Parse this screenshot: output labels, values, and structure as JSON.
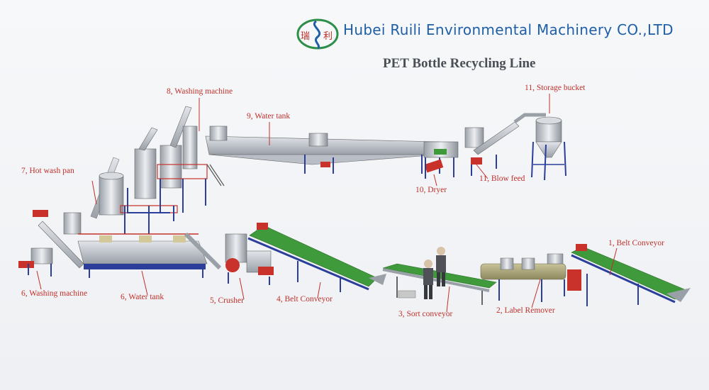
{
  "header": {
    "logo_chars": [
      "瑞",
      "利"
    ],
    "company": "Hubei Ruili Environmental Machinery CO.,LTD",
    "title": "PET Bottle Recycling Line"
  },
  "labels": {
    "washing_machine_8": "8, Washing machine",
    "water_tank_9": "9, Water tank",
    "storage_bucket_11": "11, Storage bucket",
    "hot_wash_pan_7": "7, Hot wash pan",
    "dryer_10": "10, Dryer",
    "blow_feed_11": "11, Blow feed",
    "belt_conveyor_1": "1, Belt Conveyor",
    "washing_machine_6": "6, Washing machine",
    "water_tank_6": "6, Water tank",
    "crusher_5": "5, Crusher",
    "belt_conveyor_4": "4, Belt Conveyor",
    "sort_conveyor_3": "3, Sort conveyor",
    "label_remover_2": "2, Label Remover"
  },
  "colors": {
    "brand_blue": "#1f5fa8",
    "label_red": "#c0302a",
    "frame_blue": "#2a3e9a",
    "tank_grey": "#b9bec6",
    "belt_green": "#3e9a3a",
    "motor_red": "#c8322a"
  }
}
